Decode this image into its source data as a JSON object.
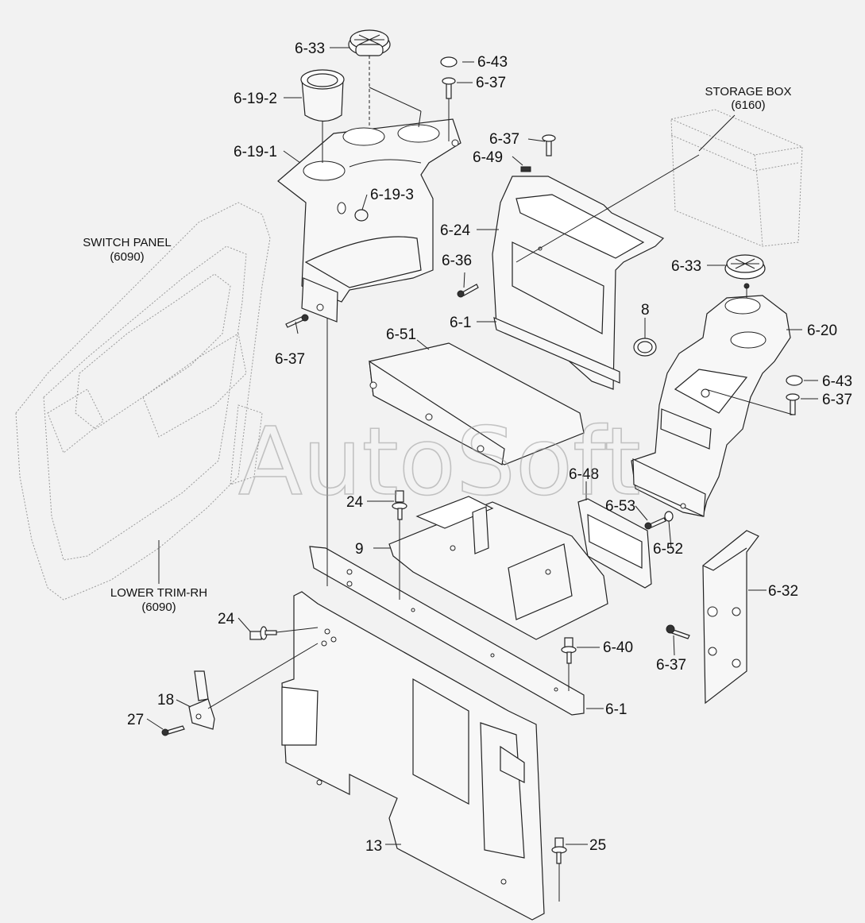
{
  "watermark": "AutoSoft",
  "references": {
    "switch_panel": {
      "name": "SWITCH PANEL",
      "code": "(6090)"
    },
    "lower_trim": {
      "name": "LOWER TRIM-RH",
      "code": "(6090)"
    },
    "storage_box": {
      "name": "STORAGE BOX",
      "code": "(6160)"
    }
  },
  "callouts": [
    "6-33",
    "6-19-2",
    "6-19-1",
    "6-19-3",
    "6-37",
    "6-43",
    "6-37",
    "6-37",
    "6-49",
    "6-24",
    "6-36",
    "6-1",
    "8",
    "6-33",
    "6-20",
    "6-43",
    "6-37",
    "6-51",
    "6-48",
    "6-53",
    "6-52",
    "24",
    "9",
    "6-32",
    "24",
    "6-40",
    "6-37",
    "18",
    "27",
    "6-1",
    "13",
    "25"
  ]
}
